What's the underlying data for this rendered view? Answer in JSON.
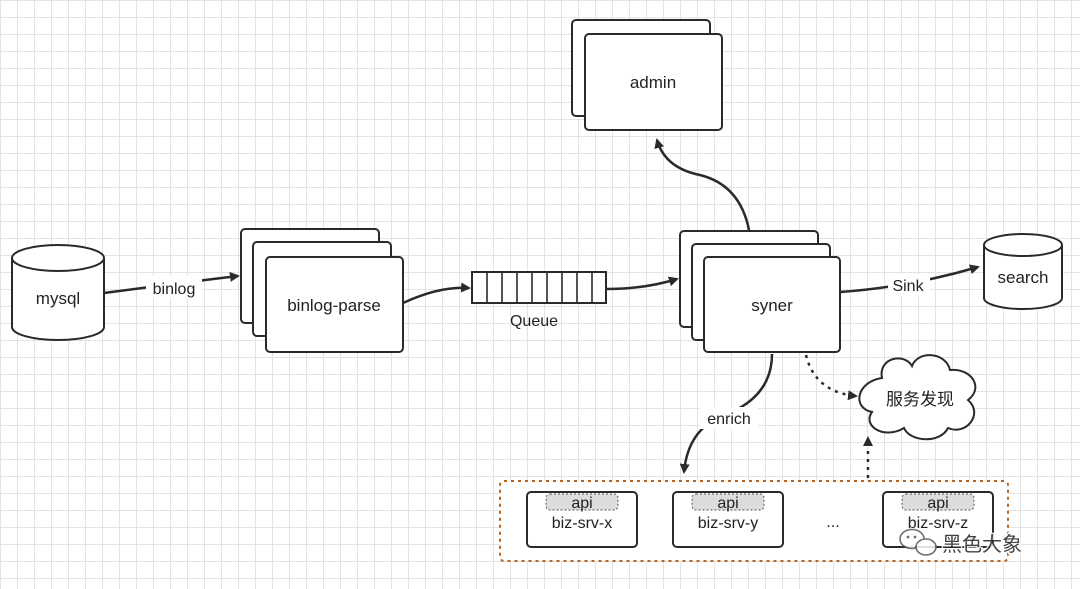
{
  "nodes": {
    "mysql": "mysql",
    "binlog_parse": "binlog-parse",
    "queue": "Queue",
    "syner": "syner",
    "admin": "admin",
    "search": "search",
    "service_discovery": "服务发现",
    "biz_x": {
      "api": "api",
      "name": "biz-srv-x"
    },
    "biz_y": {
      "api": "api",
      "name": "biz-srv-y"
    },
    "biz_ellipsis": "...",
    "biz_z": {
      "api": "api",
      "name": "biz-srv-z"
    }
  },
  "edges": {
    "binlog": "binlog",
    "sink": "Sink",
    "enrich": "enrich"
  },
  "watermark": "黑色大象",
  "colors": {
    "stroke": "#2a2a2a",
    "group_border": "#b5631e",
    "api_fill": "#dcdcdc"
  }
}
